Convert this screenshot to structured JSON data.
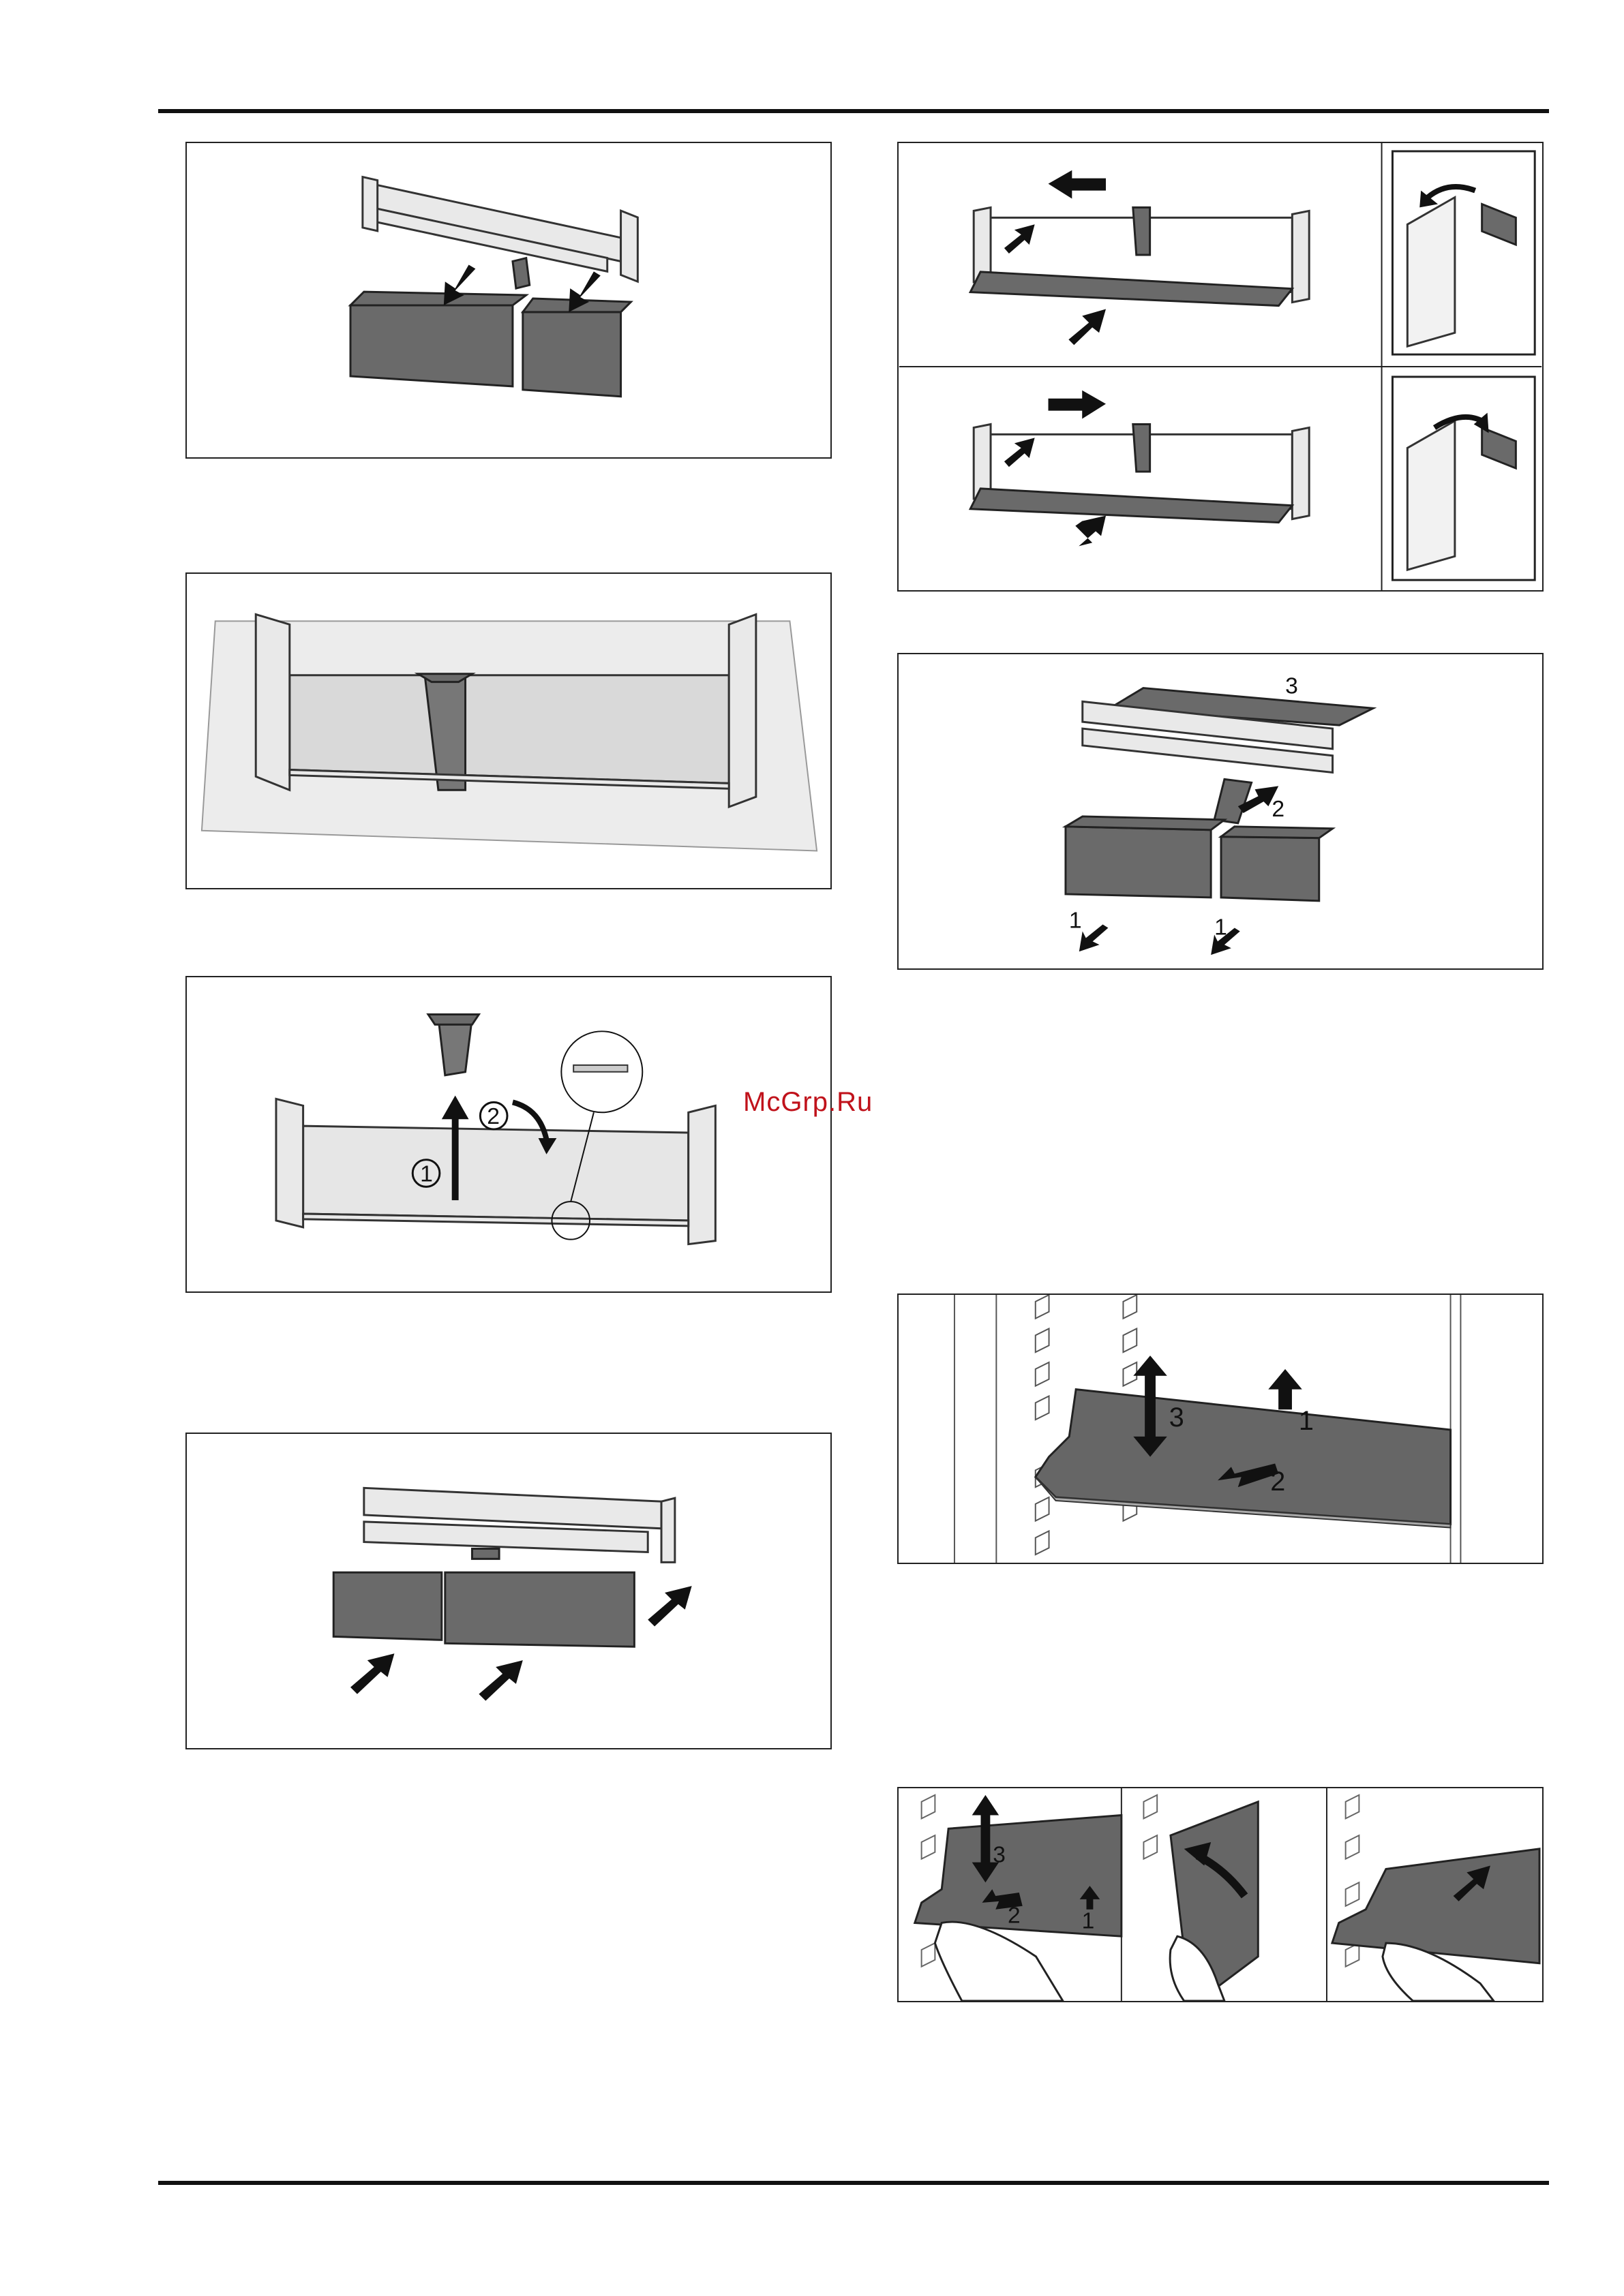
{
  "watermark": "McGrp.Ru",
  "figures": {
    "pull_slider": {
      "labels": [
        "3",
        "2",
        "1",
        "1"
      ]
    },
    "insert_cover": {
      "labels": [
        "1",
        "2"
      ]
    },
    "shelf_move": {
      "labels": [
        "3",
        "1",
        "2"
      ]
    },
    "shelf_hands": {
      "labels": [
        "3",
        "2",
        "1"
      ]
    }
  },
  "colors": {
    "watermark": "#c0121b",
    "shelf_dark": "#6a6a6a",
    "rule": "#111111"
  }
}
